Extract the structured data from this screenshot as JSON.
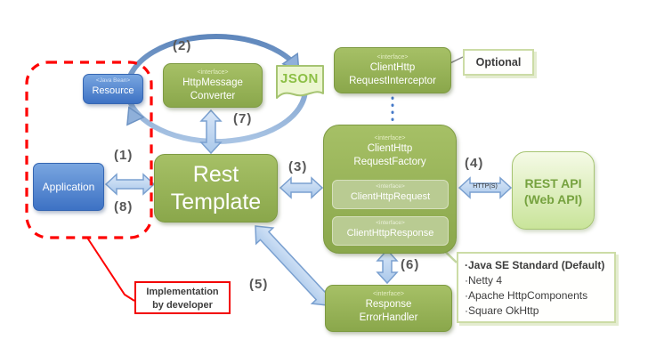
{
  "boxes": {
    "resource": {
      "stereotype": "<Java Bean>",
      "label": "Resource"
    },
    "application": {
      "label": "Application"
    },
    "http_message_converter": {
      "stereotype": "<interface>",
      "lines": [
        "HttpMessage",
        "Converter"
      ]
    },
    "rest_template": {
      "lines": [
        "Rest",
        "Template"
      ]
    },
    "client_http_request_interceptor": {
      "stereotype": "<interface>",
      "lines": [
        "ClientHttp",
        "RequestInterceptor"
      ]
    },
    "client_http_request_factory": {
      "stereotype": "<interface>",
      "lines": [
        "ClientHttp",
        "RequestFactory"
      ]
    },
    "client_http_request": {
      "stereotype": "<interface>",
      "label": "ClientHttpRequest"
    },
    "client_http_response": {
      "stereotype": "<interface>",
      "label": "ClientHttpResponse"
    },
    "response_error_handler": {
      "stereotype": "<interface>",
      "lines": [
        "Response",
        "ErrorHandler"
      ]
    },
    "rest_api": {
      "lines": [
        "REST API",
        "(Web API)"
      ]
    },
    "json_document": {
      "label": "JSON"
    },
    "optional": {
      "label": "Optional"
    }
  },
  "steps": {
    "s1": "(1)",
    "s2": "(2)",
    "s3": "(3)",
    "s4": "(4)",
    "s5": "(5)",
    "s6": "(6)",
    "s7": "(7)",
    "s8": "(8)"
  },
  "annotations": {
    "implementation_note": {
      "lines": [
        "Implementation",
        "by developer"
      ]
    },
    "http_protocol_label": "HTTP(S)"
  },
  "implementations_list": {
    "bullet": "·",
    "items": [
      "Java SE Standard (Default)",
      "Netty 4",
      "Apache HttpComponents",
      "Square OkHttp"
    ]
  },
  "colors": {
    "interface_green": "#94b353",
    "inner_green": "#b9cb92",
    "rest_api_green": "#d9edb0",
    "app_blue": "#4a7cc7",
    "arrow_blue": "#c3d8f0",
    "ellipse_blue": "#7d9ecf",
    "developer_red": "#fe0000",
    "step_gray": "#575757"
  }
}
